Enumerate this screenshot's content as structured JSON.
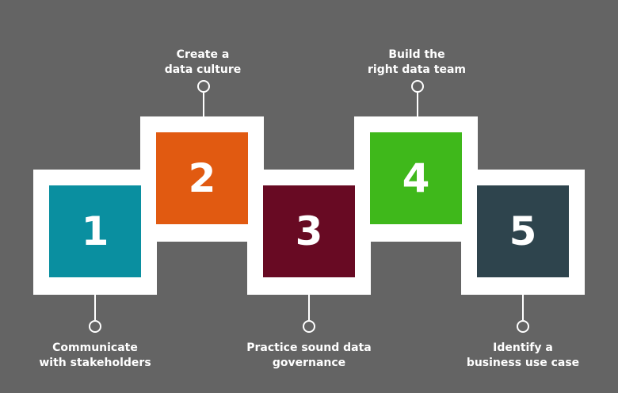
{
  "colors": {
    "background": "#646464",
    "frame": "#ffffff",
    "step1": "#0a8fa0",
    "step2": "#e15a11",
    "step3": "#680a23",
    "step4": "#3fb81b",
    "step5": "#2e444d"
  },
  "steps": [
    {
      "number": "1",
      "label_lines": [
        "Communicate",
        "with stakeholders"
      ]
    },
    {
      "number": "2",
      "label_lines": [
        "Create a",
        "data culture"
      ]
    },
    {
      "number": "3",
      "label_lines": [
        "Practice sound data",
        "governance"
      ]
    },
    {
      "number": "4",
      "label_lines": [
        "Build the",
        "right data team"
      ]
    },
    {
      "number": "5",
      "label_lines": [
        "Identify a",
        "business use case"
      ]
    }
  ]
}
